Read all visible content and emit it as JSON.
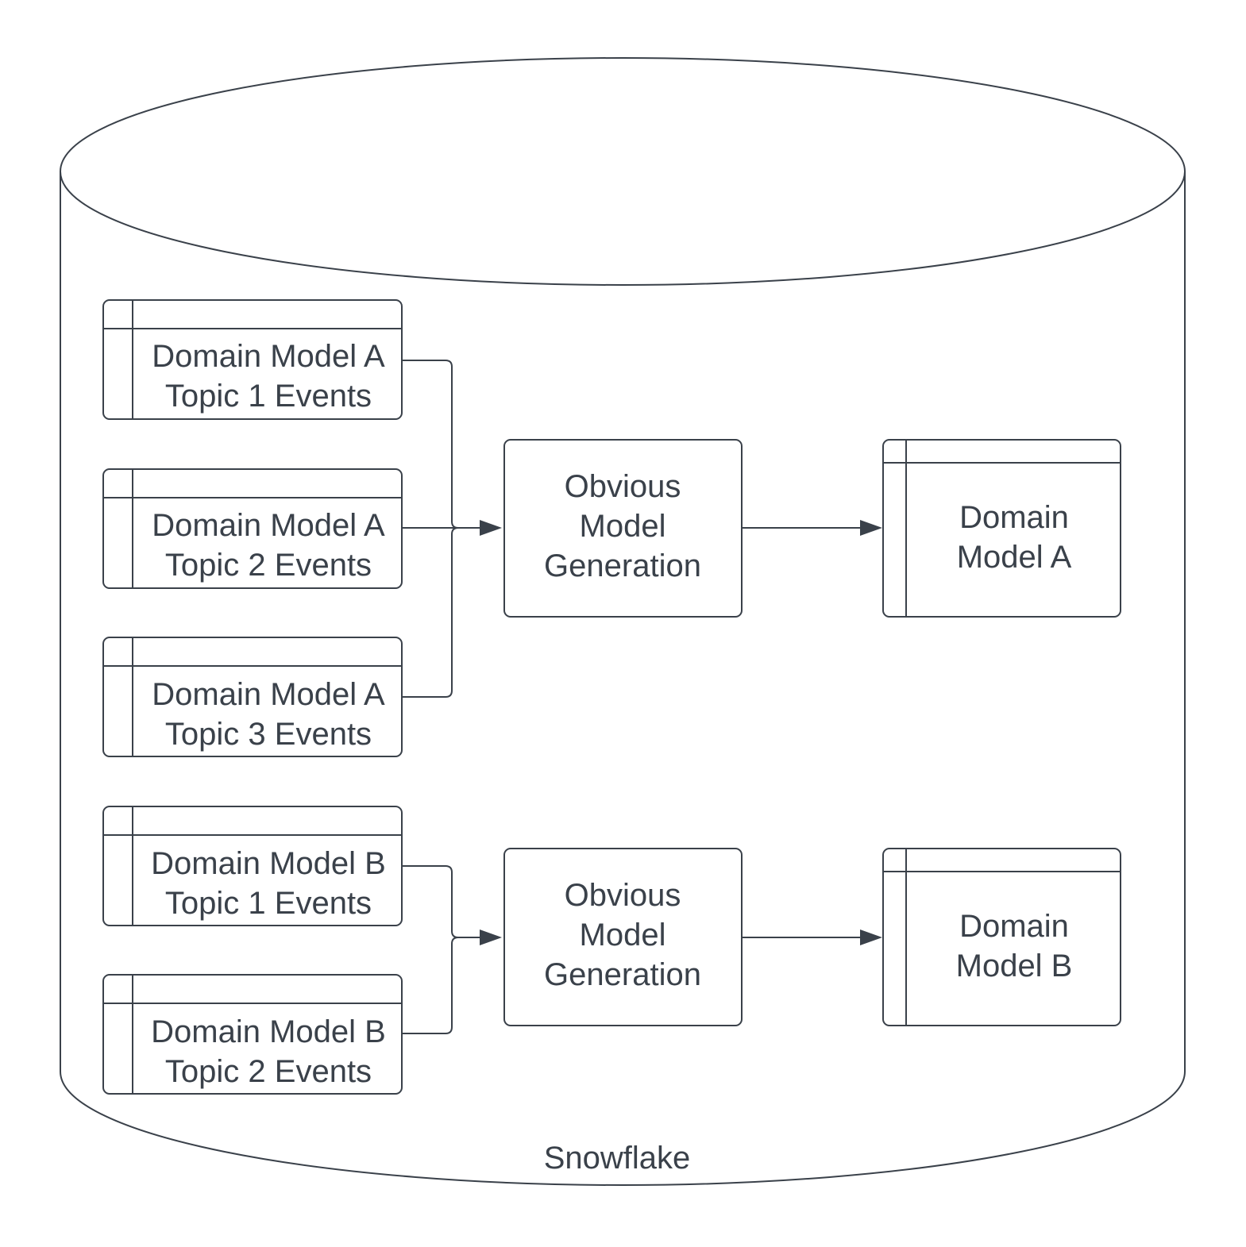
{
  "diagram": {
    "container": {
      "label": "Snowflake"
    },
    "groups": [
      {
        "sources": [
          {
            "line1": "Domain Model A",
            "line2": "Topic 1 Events"
          },
          {
            "line1": "Domain Model A",
            "line2": "Topic 2 Events"
          },
          {
            "line1": "Domain Model A",
            "line2": "Topic 3 Events"
          }
        ],
        "process": {
          "line1": "Obvious",
          "line2": "Model",
          "line3": "Generation"
        },
        "output": {
          "line1": "Domain",
          "line2": "Model A"
        }
      },
      {
        "sources": [
          {
            "line1": "Domain Model B",
            "line2": "Topic 1 Events"
          },
          {
            "line1": "Domain Model B",
            "line2": "Topic 2 Events"
          }
        ],
        "process": {
          "line1": "Obvious",
          "line2": "Model",
          "line3": "Generation"
        },
        "output": {
          "line1": "Domain",
          "line2": "Model B"
        }
      }
    ]
  },
  "colors": {
    "stroke": "#3a414a",
    "text": "#3a414a",
    "background": "#ffffff"
  }
}
